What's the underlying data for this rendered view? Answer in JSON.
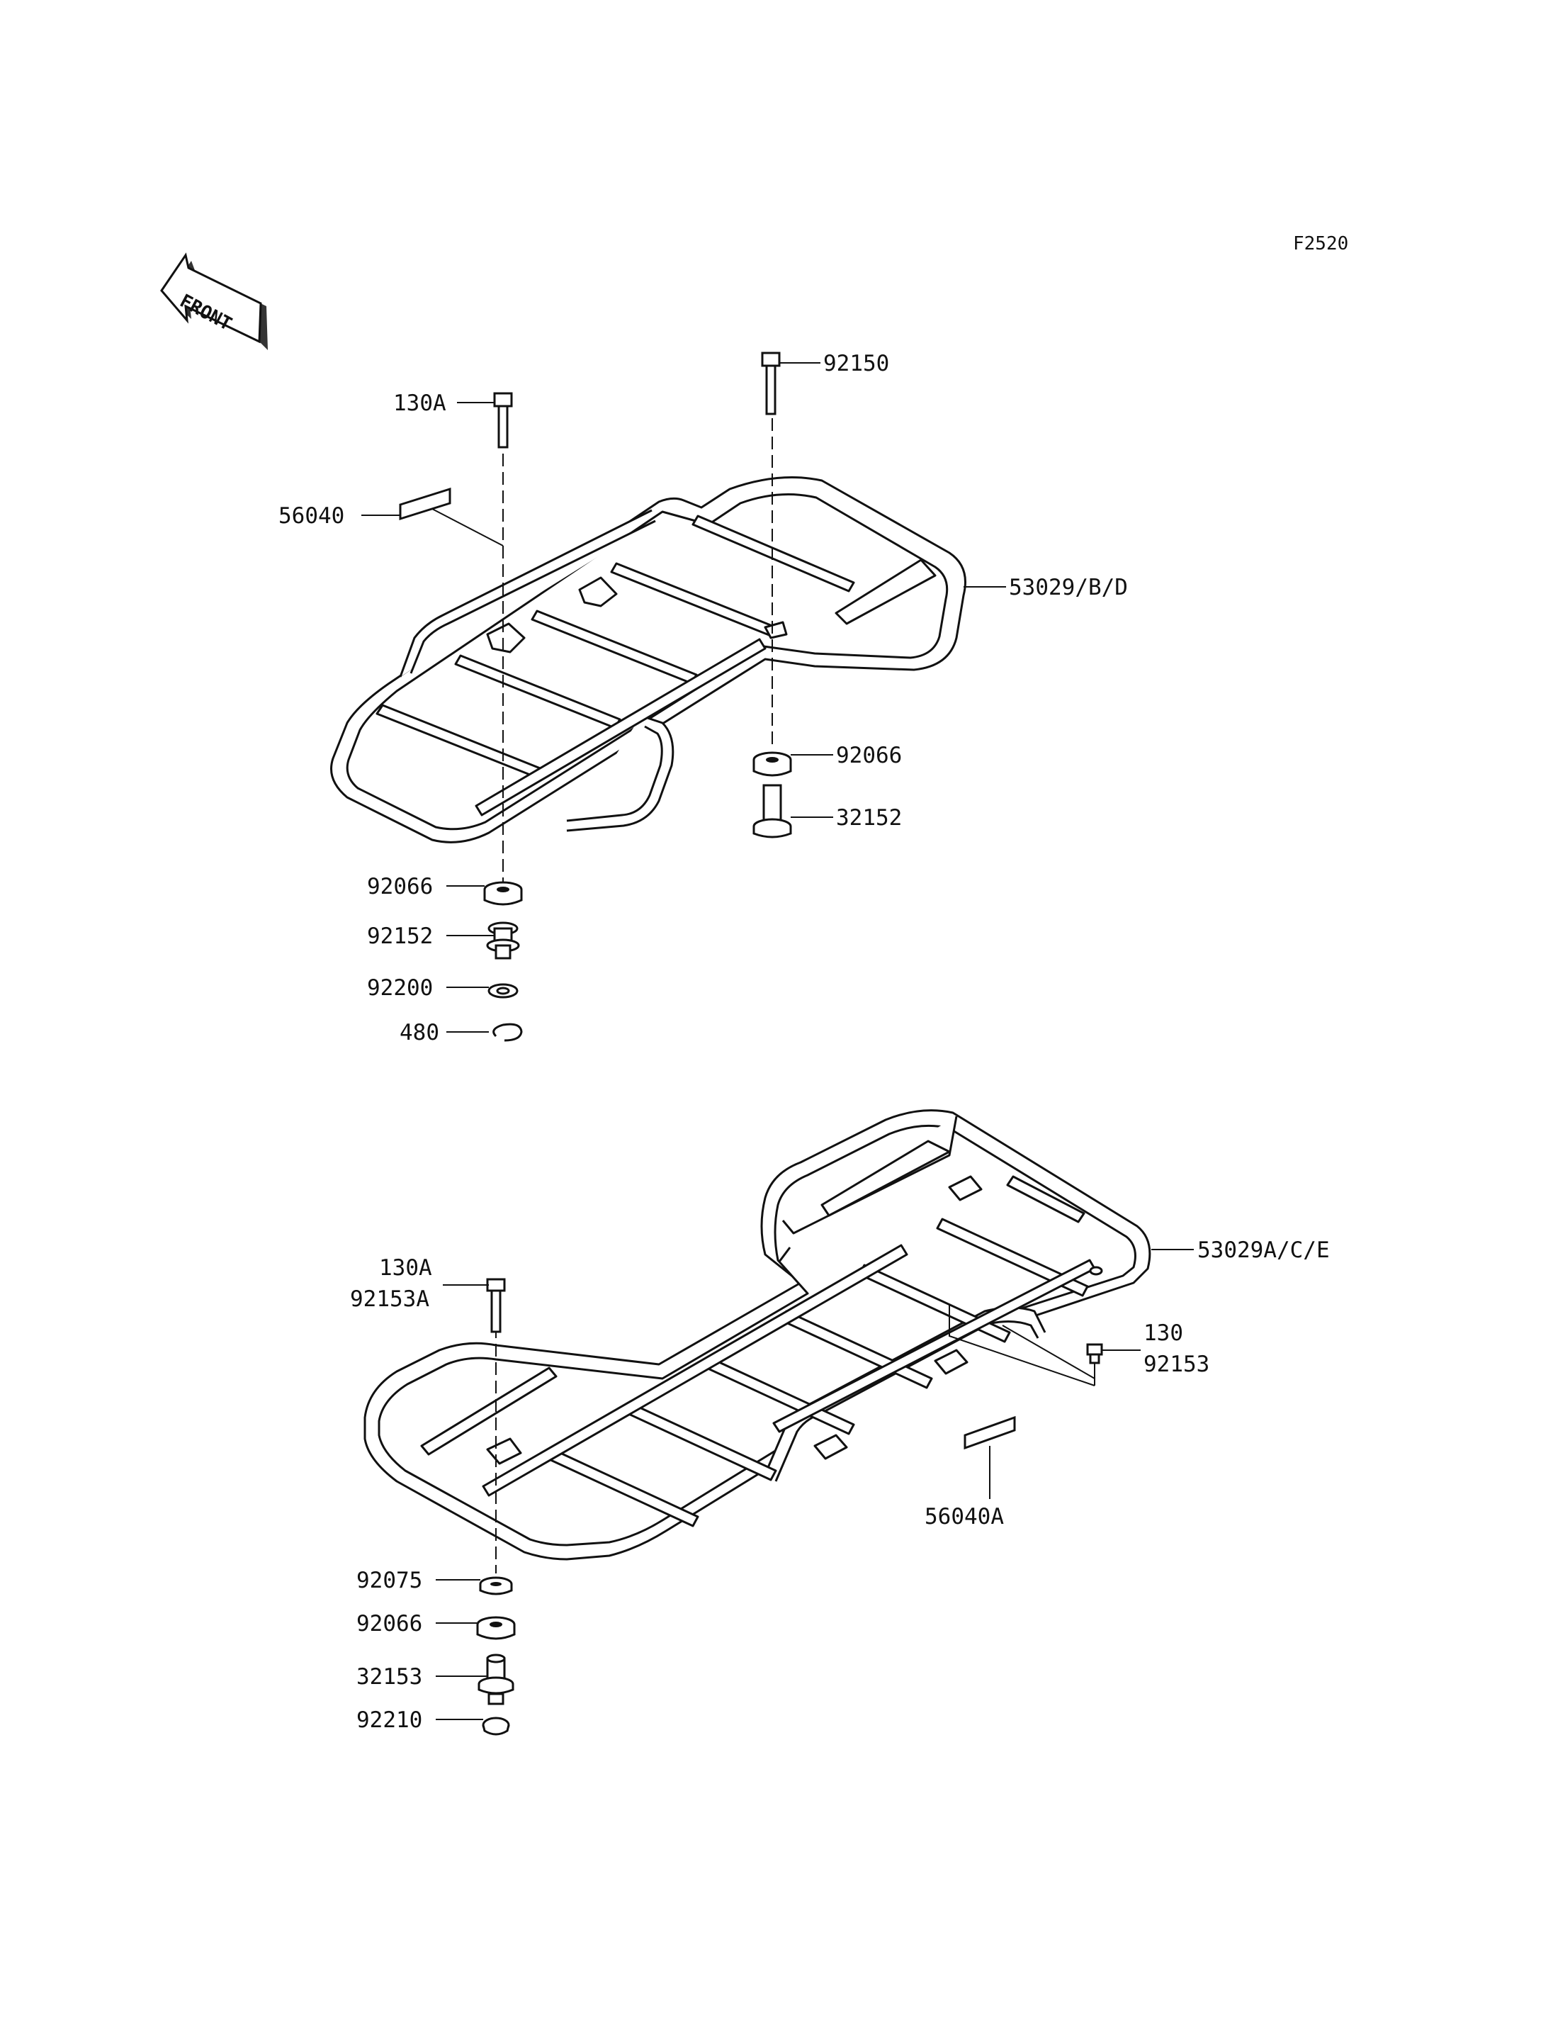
{
  "figure_code": "F2520",
  "front_label": "FRONT",
  "upper_rack": {
    "labels": {
      "bolt_130a": "130A",
      "bolt_92150": "92150",
      "decal_56040": "56040",
      "carrier_53029": "53029/B/D",
      "damper_right_92066": "92066",
      "collar_right_32152": "32152",
      "damper_left_92066": "92066",
      "collar_left_92152": "92152",
      "washer_92200": "92200",
      "clip_480": "480"
    }
  },
  "lower_rack": {
    "labels": {
      "bolt_130a": "130A",
      "bolt_92153a": "92153A",
      "carrier_53029a": "53029A/C/E",
      "bolt_130": "130",
      "bolt_92153": "92153",
      "decal_56040a": "56040A",
      "washer_92075": "92075",
      "damper_92066": "92066",
      "collar_32153": "32153",
      "nut_92210": "92210"
    }
  }
}
